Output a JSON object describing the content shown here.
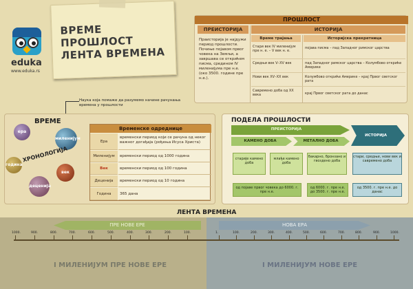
{
  "title_lines": [
    "ВРЕМЕ",
    "ПРОШЛОСТ",
    "ЛЕНТА ВРЕМЕНА"
  ],
  "brand": {
    "name": "eduka",
    "url": "www.eduka.rs"
  },
  "past_table": {
    "title": "ПРОШЛОСТ",
    "col1": "ПРЕИСТОРИЈА",
    "col2": "ИСТОРИЈА",
    "sub1": "Време трајања",
    "sub2": "Историјска прекретница",
    "prehistory_text": "Праисторија је најдужи период прошлости. Почиње појавом првог човека на Земљи, а завршава се открићем писма, средином IV миленијума пре н.е. (око 3500. године пре н.е.).",
    "rows": [
      {
        "period": "Стари век IV миленијум пре н. е. – V век н. е.",
        "event": "појава писма – пад Западног римског царства"
      },
      {
        "period": "Средњи век V–XV век",
        "event": "пад Западног римског царства – Колумбово откриће Америке"
      },
      {
        "period": "Нови век XV–XX век",
        "event": "Колумбово откриће Америке – крај Првог светског рата"
      },
      {
        "period": "Савремено доба од XX века",
        "event": "крај Првог светског рата до данас"
      }
    ]
  },
  "vreme": {
    "title": "ВРЕМЕ",
    "hint": "Наука која помаже да разумемо начине рачунања времена у прошлости",
    "chronology": "ХРОНОЛОГИЈА",
    "balls": [
      "ера",
      "миленијум",
      "година",
      "век",
      "деценија"
    ],
    "units_title": "Временске одреднице",
    "units": [
      {
        "term": "Ера",
        "def": "временски период који се рачуна од неког важног догађаја (рођења Исуса Христа)"
      },
      {
        "term": "Миленијум",
        "def": "временски период од 1000 година"
      },
      {
        "term": "Век",
        "def": "временски период од 100 година"
      },
      {
        "term": "Деценија",
        "def": "временски период од 10 година"
      },
      {
        "term": "Година",
        "def": "365 дана"
      }
    ]
  },
  "podela": {
    "title": "ПОДЕЛА ПРОШЛОСТИ",
    "prehistory": "ПРЕИСТОРИЈА",
    "history": "ИСТОРИЈА",
    "stone": "КАМЕНО ДОБА",
    "metal": "МЕТАЛНО ДОБА",
    "boxes": [
      "старије камено доба",
      "млађе камено доба",
      "бакарно, бронзано и гвоздено доба",
      "стари, средњи, нови век и савремено доба"
    ],
    "dates": [
      "од појаве првог човека до 6000. г. пре н.е.",
      "од 6000. г. пре н.е. до 3500. г. пре н.е.",
      "од 3500. г. пре н.е. до данас"
    ]
  },
  "timeline": {
    "title": "ЛЕНТА ВРЕМЕНА",
    "bc": "ПРЕ НОВЕ ЕРЕ",
    "ad": "НОВА ЕРА",
    "bc_mil": "I МИЛЕНИЈУМ ПРЕ НОВЕ ЕРЕ",
    "ad_mil": "I МИЛЕНИЈУМ НОВЕ ЕРЕ",
    "bc_ticks": [
      "1000.",
      "900.",
      "800.",
      "700.",
      "600.",
      "500.",
      "400.",
      "300.",
      "200.",
      "100."
    ],
    "ad_ticks": [
      "1.",
      "100.",
      "200.",
      "300.",
      "400.",
      "500.",
      "600.",
      "700.",
      "800.",
      "900.",
      "1000."
    ]
  },
  "colors": {
    "accent": "#b8742a",
    "green": "#7aa33a",
    "teal": "#2e6f7a"
  }
}
